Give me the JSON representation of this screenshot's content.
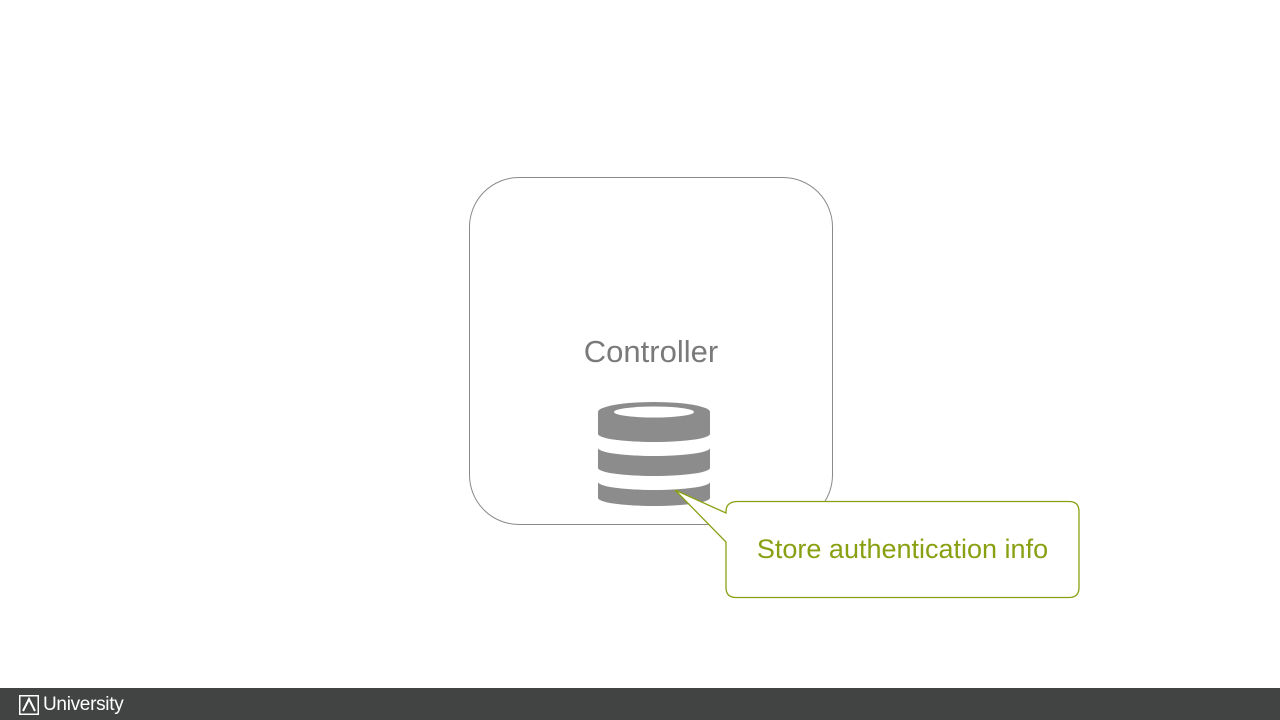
{
  "diagram": {
    "controller_label": "Controller",
    "callout_text": "Store authentication info",
    "icon": "database-icon"
  },
  "footer": {
    "brand_text": "University",
    "brand_icon": "logo-mark-icon"
  },
  "colors": {
    "box_border": "#8a8a8a",
    "label_text": "#7a7a7a",
    "database_fill": "#8c8c8c",
    "callout_accent": "#8aa012",
    "footer_bg": "#424343",
    "footer_text": "#ffffff"
  }
}
